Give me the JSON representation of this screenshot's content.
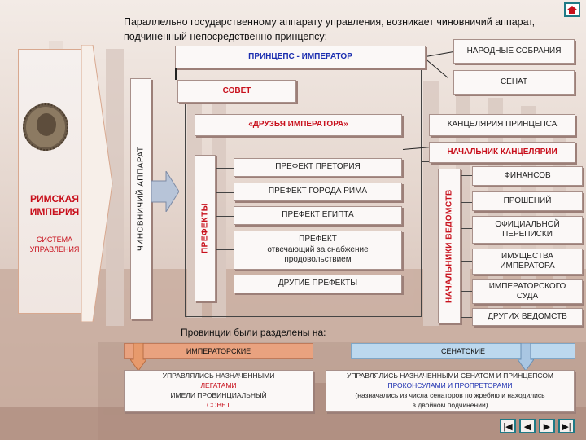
{
  "intro": "Параллельно государственному аппарату управления, возникает чиновничий аппарат, подчиненный непосредственно принцепсу:",
  "sidebar": {
    "title": "РИМСКАЯ ИМПЕРИЯ",
    "subtitle": "СИСТЕМА УПРАВЛЕНИЯ"
  },
  "bureaucracy_label": "ЧИНОВНИЧИЙ АППАРАТ",
  "prefects_label": "ПРЕФЕКТЫ",
  "heads_label": "НАЧАЛЬНИКИ ВЕДОМСТВ",
  "princeps": "ПРИНЦЕПС - ИМПЕРАТОР",
  "assemblies": "НАРОДНЫЕ СОБРАНИЯ",
  "senate": "СЕНАТ",
  "council": "СОВЕТ",
  "friends": "«ДРУЗЬЯ ИМПЕРАТОРА»",
  "chancellery": "КАНЦЕЛЯРИЯ ПРИНЦЕПСА",
  "chancellery_head": "НАЧАЛЬНИК КАНЦЕЛЯРИИ",
  "prefects": {
    "praetorian": "ПРЕФЕКТ ПРЕТОРИЯ",
    "city": "ПРЕФЕКТ ГОРОДА РИМА",
    "egypt": "ПРЕФЕКТ ЕГИПТА",
    "supply_l1": "ПРЕФЕКТ",
    "supply_l2": "отвечающий за снабжение",
    "supply_l3": "продовольствием",
    "other": "ДРУГИЕ ПРЕФЕКТЫ"
  },
  "departments": {
    "finance": "ФИНАНСОВ",
    "petitions": "ПРОШЕНИЙ",
    "corr_l1": "ОФИЦИАЛЬНОЙ",
    "corr_l2": "ПЕРЕПИСКИ",
    "prop_l1": "ИМУЩЕСТВА",
    "prop_l2": "ИМПЕРАТОРА",
    "court_l1": "ИМПЕРАТОРСКОГО",
    "court_l2": "СУДА",
    "other": "ДРУГИХ ВЕДОМСТВ"
  },
  "provinces_intro": "Провинции были разделены на:",
  "imperial": {
    "title": "ИМПЕРАТОРСКИЕ",
    "l1": "УПРАВЛЯЛИСЬ НАЗНАЧЕННЫМИ",
    "l2": "ЛЕГАТАМИ",
    "l3": "ИМЕЛИ ПРОВИНЦИАЛЬНЫЙ",
    "l4": "СОВЕТ"
  },
  "senatorial": {
    "title": "СЕНАТСКИЕ",
    "l1": "УПРАВЛЯЛИСЬ НАЗНАЧЕННЫМИ СЕНАТОМ И ПРИНЦЕПСОМ",
    "l2": "ПРОКОНСУЛАМИ И ПРОПРЕТОРАМИ",
    "l3": "(назначались из числа сенаторов по жребию и находились",
    "l4": "в двойном подчинении)"
  },
  "nav": {
    "home": "",
    "first": "|◀",
    "prev": "◀",
    "next": "▶",
    "last": "▶|"
  },
  "colors": {
    "accent_red": "#c8101c",
    "accent_blue": "#1c2fb0",
    "imperial_bar": "#e9a27f",
    "senatorial_bar": "#bcd8ee",
    "nav_border": "#1f7a86"
  }
}
